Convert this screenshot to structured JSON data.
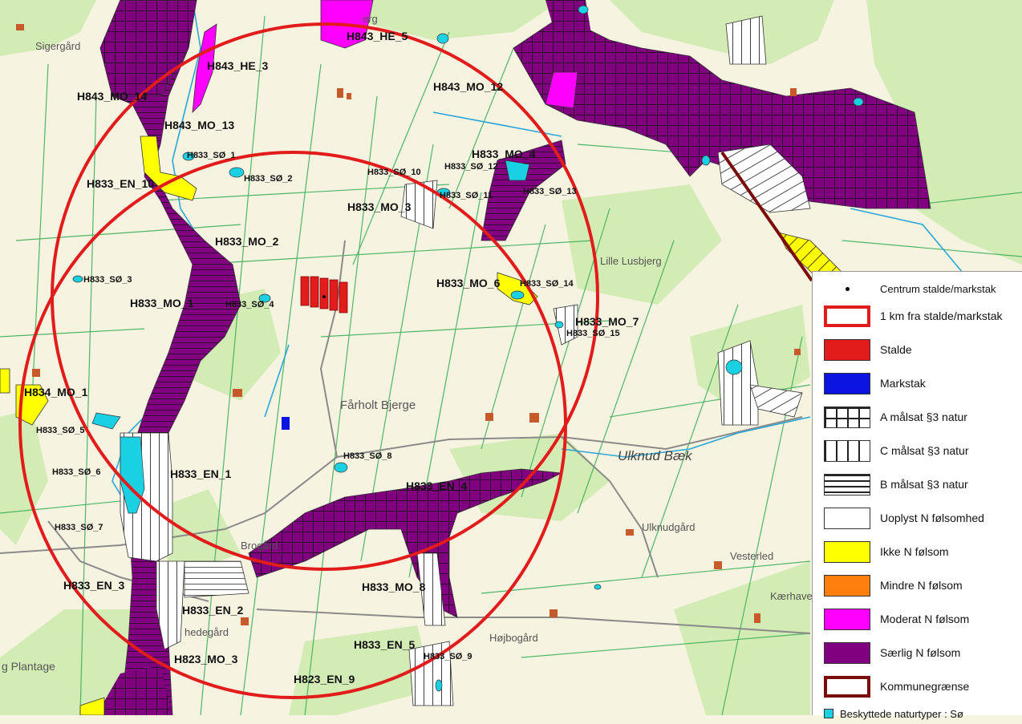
{
  "map": {
    "place_names": {
      "sigergard": "Sigergård",
      "lille_lusbjerg": "Lille Lusbjerg",
      "farholt_bjerge": "Fårholt Bjerge",
      "ulknud_baek": "Ulknud Bæk",
      "ulknudgard": "Ulknudgård",
      "vesterled": "Vesterled",
      "kaerhavegard": "Kærhavegå",
      "brogard": "Brogård",
      "hedegard": "hedegård",
      "hojbogard": "Højbogård",
      "plantage": "g Plantage",
      "erg": "erg"
    },
    "area_labels": {
      "H843_HE_5": "H843_HE_5",
      "H843_HE_3": "H843_HE_3",
      "H843_MO_12": "H843_MO_12",
      "H843_MO_14": "H843_MO_14",
      "H843_MO_13": "H843_MO_13",
      "H833_MO_4": "H833_MO_4",
      "H833_SO_1": "H833_SØ_1",
      "H833_SO_2": "H833_SØ_2",
      "H833_SO_10": "H833_SØ_10",
      "H833_SO_12": "H833_SØ_12",
      "H833_EN_10": "H833_EN_10",
      "H833_SO_11": "H833_SØ_11",
      "H833_SO_13": "H833_SØ_13",
      "H833_MO_3": "H833_MO_3",
      "H833_MO_2": "H833_MO_2",
      "H833_MO_6": "H833_MO_6",
      "H833_SO_14": "H833_SØ_14",
      "H833_SO_3": "H833_SØ_3",
      "H833_MO_1": "H833_MO_1",
      "H833_SO_4": "H833_SØ_4",
      "H833_MO_7": "H833_MO_7",
      "H833_SO_15": "H833_SØ_15",
      "H834_MO_1": "H834_MO_1",
      "H833_SO_5": "H833_SØ_5",
      "H833_SO_8": "H833_SØ_8",
      "H833_SO_6": "H833_SØ_6",
      "H833_EN_1": "H833_EN_1",
      "H833_EN_4": "H833_EN_4",
      "H833_SO_7": "H833_SØ_7",
      "H833_EN_3": "H833_EN_3",
      "H833_MO_8": "H833_MO_8",
      "H833_EN_2": "H833_EN_2",
      "H833_EN_5": "H833_EN_5",
      "H833_SO_9": "H833_SØ_9",
      "H823_MO_3": "H823_MO_3",
      "H823_EN_9": "H823_EN_9"
    },
    "colors": {
      "background": "#f7f3e1",
      "forest": "#d3ebb4",
      "field_line": "#3db05a",
      "circle": "#e21b1b",
      "saerlig_n_folsom": "#800080",
      "moderat_n_folsom": "#ff00ff",
      "ikke_n_folsom": "#ffff00",
      "water": "#19d1e3",
      "stalde": "#e21b1b",
      "markstak": "#0b14e0",
      "kommunegraense": "#7a0c0c"
    }
  },
  "legend": {
    "items": [
      {
        "key": "centrum",
        "label": "Centrum stalde/markstak"
      },
      {
        "key": "km1",
        "label": "1 km fra stalde/markstak"
      },
      {
        "key": "stalde",
        "label": "Stalde"
      },
      {
        "key": "markstak",
        "label": "Markstak"
      },
      {
        "key": "a_malsat",
        "label": "A målsat §3 natur"
      },
      {
        "key": "c_malsat",
        "label": "C målsat §3 natur"
      },
      {
        "key": "b_malsat",
        "label": "B målsat §3 natur"
      },
      {
        "key": "uoplyst",
        "label": "Uoplyst N følsomhed"
      },
      {
        "key": "ikke",
        "label": "Ikke N følsom"
      },
      {
        "key": "mindre",
        "label": "Mindre N følsom"
      },
      {
        "key": "moderat",
        "label": "Moderat N følsom"
      },
      {
        "key": "saerlig",
        "label": "Særlig N følsom"
      },
      {
        "key": "kommune",
        "label": "Kommunegrænse"
      },
      {
        "key": "beskyttede",
        "label": "Beskyttede naturtyper : Sø"
      }
    ]
  }
}
